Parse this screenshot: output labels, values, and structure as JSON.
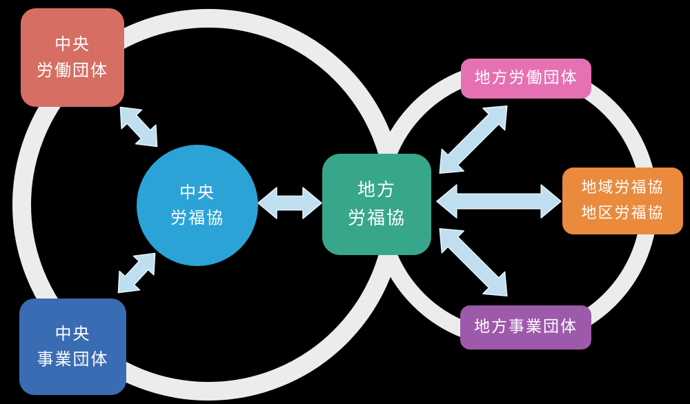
{
  "diagram": {
    "background_color": "#000000",
    "ring_color": "#ECECED",
    "connector_color": "#BFDEF0",
    "connector_outline_color": "#EAF4FB",
    "nodes": {
      "central_labor": {
        "lines": [
          "中央",
          "労働団体"
        ],
        "color": "#D66E63"
      },
      "central_rofukyo": {
        "lines": [
          "中央",
          "労福協"
        ],
        "color": "#2CA3D6"
      },
      "central_business": {
        "lines": [
          "中央",
          "事業団体"
        ],
        "color": "#3A6CB3"
      },
      "regional_rofukyo": {
        "lines": [
          "地方",
          "労福協"
        ],
        "color": "#37A68B"
      },
      "regional_labor": {
        "lines": [
          "地方労働団体"
        ],
        "color": "#E571B3"
      },
      "area_district_rofukyo": {
        "lines": [
          "地域労福協",
          "地区労福協"
        ],
        "color": "#E98A3D"
      },
      "regional_business": {
        "lines": [
          "地方事業団体"
        ],
        "color": "#9D59AA"
      }
    },
    "connections": [
      {
        "from": "中央労働団体",
        "to": "中央労福協",
        "style": "double-arrow"
      },
      {
        "from": "中央事業団体",
        "to": "中央労福協",
        "style": "double-arrow"
      },
      {
        "from": "中央労福協",
        "to": "地方労福協",
        "style": "double-arrow"
      },
      {
        "from": "地方労福協",
        "to": "地方労働団体",
        "style": "double-arrow"
      },
      {
        "from": "地方労福協",
        "to": "地域労福協・地区労福協",
        "style": "double-arrow"
      },
      {
        "from": "地方労福協",
        "to": "地方事業団体",
        "style": "double-arrow"
      }
    ]
  }
}
